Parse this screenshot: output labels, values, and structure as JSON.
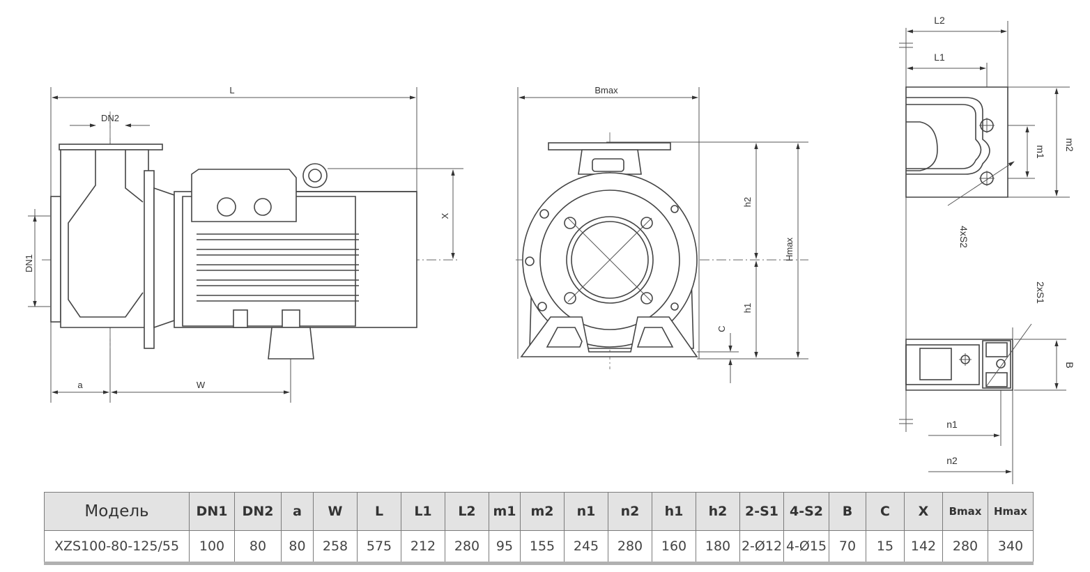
{
  "labels": {
    "dn2": "DN2",
    "l": "L",
    "dn1": "DN1",
    "a": "a",
    "w": "W",
    "x": "X",
    "bmax": "Bmax",
    "hmax": "Hmax",
    "h2": "h2",
    "h1": "h1",
    "c": "C",
    "l2": "L2",
    "l1": "L1",
    "m1": "m1",
    "m2": "m2",
    "s2": "4xS2",
    "s1": "2xS1",
    "b": "B",
    "n1": "n1",
    "n2": "n2"
  },
  "table": {
    "headers": [
      "Модель",
      "DN1",
      "DN2",
      "a",
      "W",
      "L",
      "L1",
      "L2",
      "m1",
      "m2",
      "n1",
      "n2",
      "h1",
      "h2",
      "2-S1",
      "4-S2",
      "B",
      "C",
      "X",
      "Bmax",
      "Hmax"
    ],
    "rows": [
      [
        "XZS100-80-125/55",
        "100",
        "80",
        "80",
        "258",
        "575",
        "212",
        "280",
        "95",
        "155",
        "245",
        "280",
        "160",
        "180",
        "2-Ø12",
        "4-Ø15",
        "70",
        "15",
        "142",
        "280",
        "340"
      ]
    ]
  }
}
